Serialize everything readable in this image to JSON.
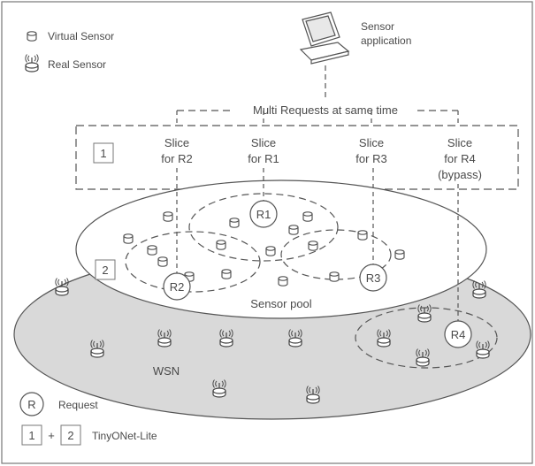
{
  "legend": {
    "virtual_sensor": "Virtual Sensor",
    "real_sensor": "Real Sensor",
    "request_symbol": "R",
    "request": "Request",
    "box1": "1",
    "plus": "+",
    "box2": "2",
    "tinyonet": "TinyONet-Lite"
  },
  "application": {
    "line1": "Sensor",
    "line2": "application"
  },
  "multi_requests": "Multi Requests at same time",
  "box1_number": "1",
  "box2_number": "2",
  "slices": [
    {
      "line1": "Slice",
      "line2": "for R2",
      "line3": ""
    },
    {
      "line1": "Slice",
      "line2": "for R1",
      "line3": ""
    },
    {
      "line1": "Slice",
      "line2": "for R3",
      "line3": ""
    },
    {
      "line1": "Slice",
      "line2": "for R4",
      "line3": "(bypass)"
    }
  ],
  "requests": [
    "R1",
    "R2",
    "R3",
    "R4"
  ],
  "sensor_pool": "Sensor pool",
  "wsn": "WSN",
  "colors": {
    "wsn_fill": "#d9d9d9",
    "pool_fill": "#ffffff",
    "line": "#5a5a5a"
  }
}
